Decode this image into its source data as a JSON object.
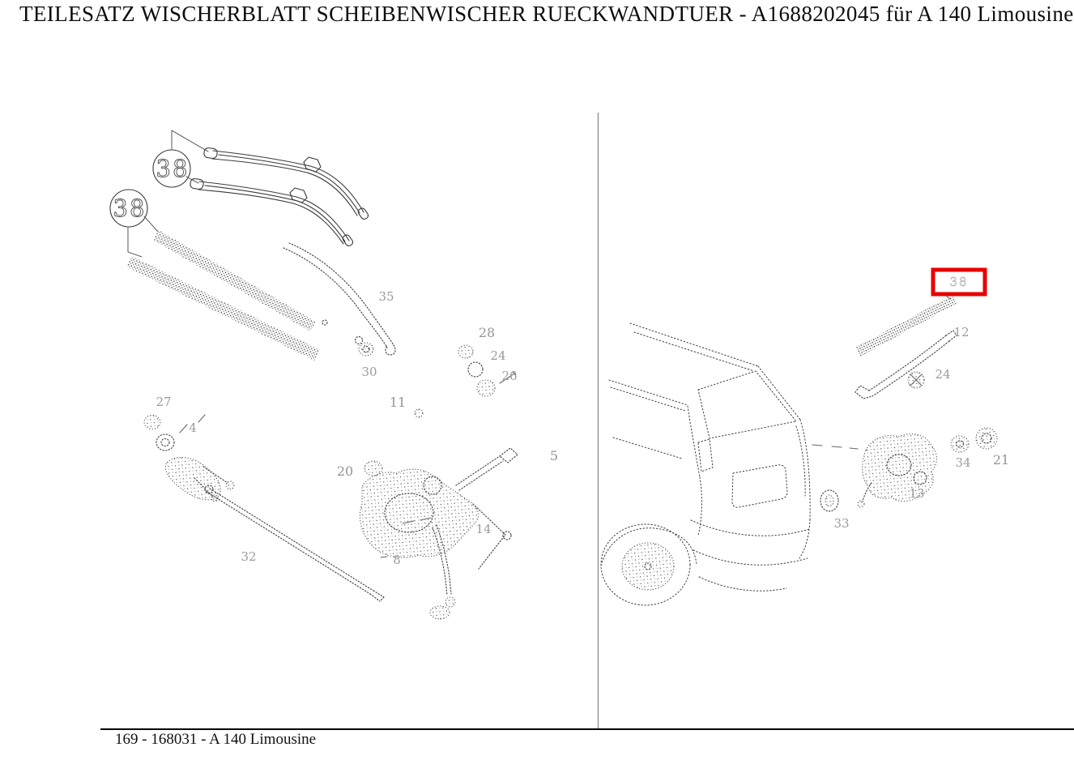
{
  "page": {
    "title": "TEILESATZ WISCHERBLATT SCHEIBENWISCHER RUECKWANDTUER - A1688202045 für A 140 Limousine",
    "footer": "169 - 168031 - A 140 Limousine"
  },
  "left_panel": {
    "balloons": [
      {
        "label": "38"
      },
      {
        "label": "38"
      }
    ],
    "part_labels": {
      "n35": "35",
      "n30": "30",
      "n28": "28",
      "n24": "24",
      "n26": "26",
      "n11": "11",
      "n27": "27",
      "n4": "4",
      "n20": "20",
      "n32": "32",
      "n14": "14",
      "n8": "8",
      "n5": "5"
    }
  },
  "right_panel": {
    "highlight": {
      "label": "38",
      "color": "#e80000"
    },
    "part_labels": {
      "n12": "12",
      "n24": "24",
      "n34": "34",
      "n21": "21",
      "n13": "13",
      "n33": "33"
    }
  }
}
